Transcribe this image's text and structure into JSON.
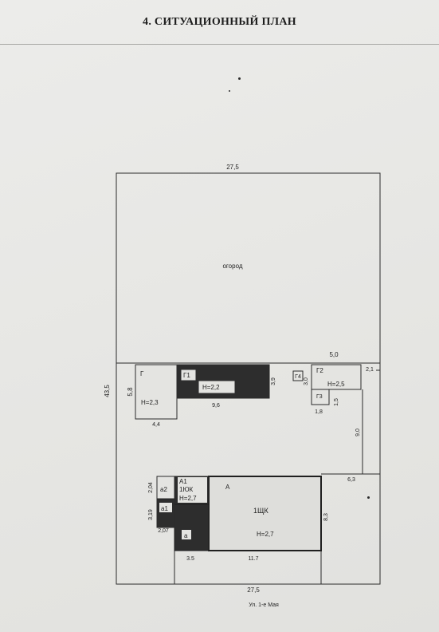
{
  "document": {
    "title": "4. СИТУАЦИОННЫЙ ПЛАН",
    "street": "Ул. 1-е Мая"
  },
  "plot": {
    "garden_label": "огород",
    "dims": {
      "top_width": "27,5",
      "bottom_width": "27,5",
      "left_height": "43,5",
      "d_5_0": "5,0",
      "d_2_1": "2,1",
      "d_9_0": "9,0",
      "d_6_3": "6,3",
      "d_8_3": "8,3",
      "d_11_7": "11.7",
      "d_3_5": "3.5"
    }
  },
  "structures": {
    "g": {
      "label": "Г",
      "height": "Н=2,3",
      "w": "4,4",
      "h": "5,8"
    },
    "g1": {
      "label": "Г1",
      "height": "Н=2,2",
      "w": "9,6",
      "h": "3,9"
    },
    "g4": {
      "label": "Г4"
    },
    "g2": {
      "label": "Г2",
      "height": "Н=2,5",
      "h": "3,0"
    },
    "g3": {
      "label": "Г3",
      "w": "1,8",
      "h": "1,5"
    },
    "house": {
      "label": "А",
      "code": "1ЩК",
      "height": "Н=2,7"
    },
    "a1big": {
      "label": "А1",
      "code": "1ЮК",
      "height": "Н=2,7"
    },
    "a2": {
      "label": "а2",
      "h": "2,04"
    },
    "a1": {
      "label": "а1",
      "h": "3,19",
      "w": "2,07"
    },
    "a": {
      "label": "а"
    }
  },
  "colors": {
    "dark_fill": "#2d2d2d",
    "light_fill": "#dededb",
    "line": "#2a2a2a"
  }
}
